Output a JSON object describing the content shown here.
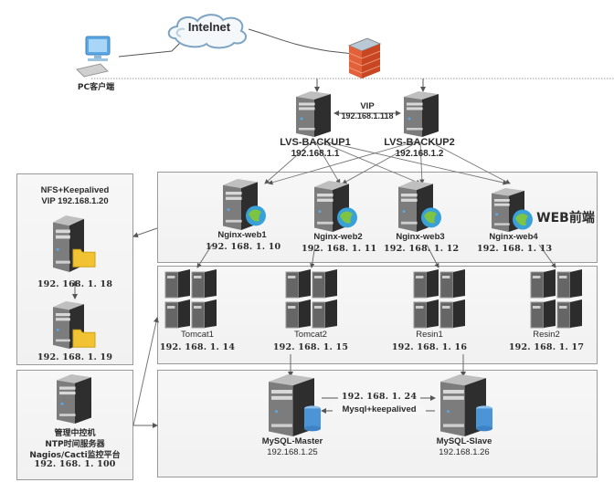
{
  "internet": {
    "label": "Intelnet"
  },
  "pc_client": {
    "label": "PC客户端"
  },
  "lvs": {
    "vip_label": "VIP",
    "vip_ip": "192.168.1.118",
    "nodes": [
      {
        "name": "LVS-BACKUP1",
        "ip": "192.168.1.1"
      },
      {
        "name": "LVS-BACKUP2",
        "ip": "192.168.1.2"
      }
    ]
  },
  "nfs": {
    "title": "NFS+Keepalived",
    "vip": "VIP 192.168.1.20",
    "nodes": [
      {
        "ip": "192. 168. 1. 18"
      },
      {
        "ip": "192. 168. 1. 19"
      }
    ]
  },
  "mgmt": {
    "lines": [
      "管理中控机",
      "NTP时间服务器",
      "Nagios/Cacti监控平台",
      "192. 168. 1. 100"
    ]
  },
  "web_tier": {
    "title": "WEB前端",
    "nodes": [
      {
        "name": "Nginx-web1",
        "ip": "192. 168. 1. 10"
      },
      {
        "name": "Nginx-web2",
        "ip": "192. 168. 1. 11"
      },
      {
        "name": "Nginx-web3",
        "ip": "192. 168. 1. 12"
      },
      {
        "name": "Nginx-web4",
        "ip": "192. 168. 1. 13"
      }
    ]
  },
  "app_tier": {
    "nodes": [
      {
        "name": "Tomcat1",
        "ip": "192. 168. 1. 14"
      },
      {
        "name": "Tomcat2",
        "ip": "192. 168. 1. 15"
      },
      {
        "name": "Resin1",
        "ip": "192. 168. 1. 16"
      },
      {
        "name": "Resin2",
        "ip": "192. 168. 1. 17"
      }
    ]
  },
  "db_tier": {
    "link_ip": "192. 168. 1. 24",
    "link_label": "Mysql+keepalived",
    "nodes": [
      {
        "name": "MySQL-Master",
        "ip": "192.168.1.25"
      },
      {
        "name": "MySQL-Slave",
        "ip": "192.168.1.26"
      }
    ]
  },
  "colors": {
    "panel_border": "#9a9a9a",
    "wire": "#666666",
    "firewall": "#d9502b",
    "cloud": "#6a93b8"
  }
}
